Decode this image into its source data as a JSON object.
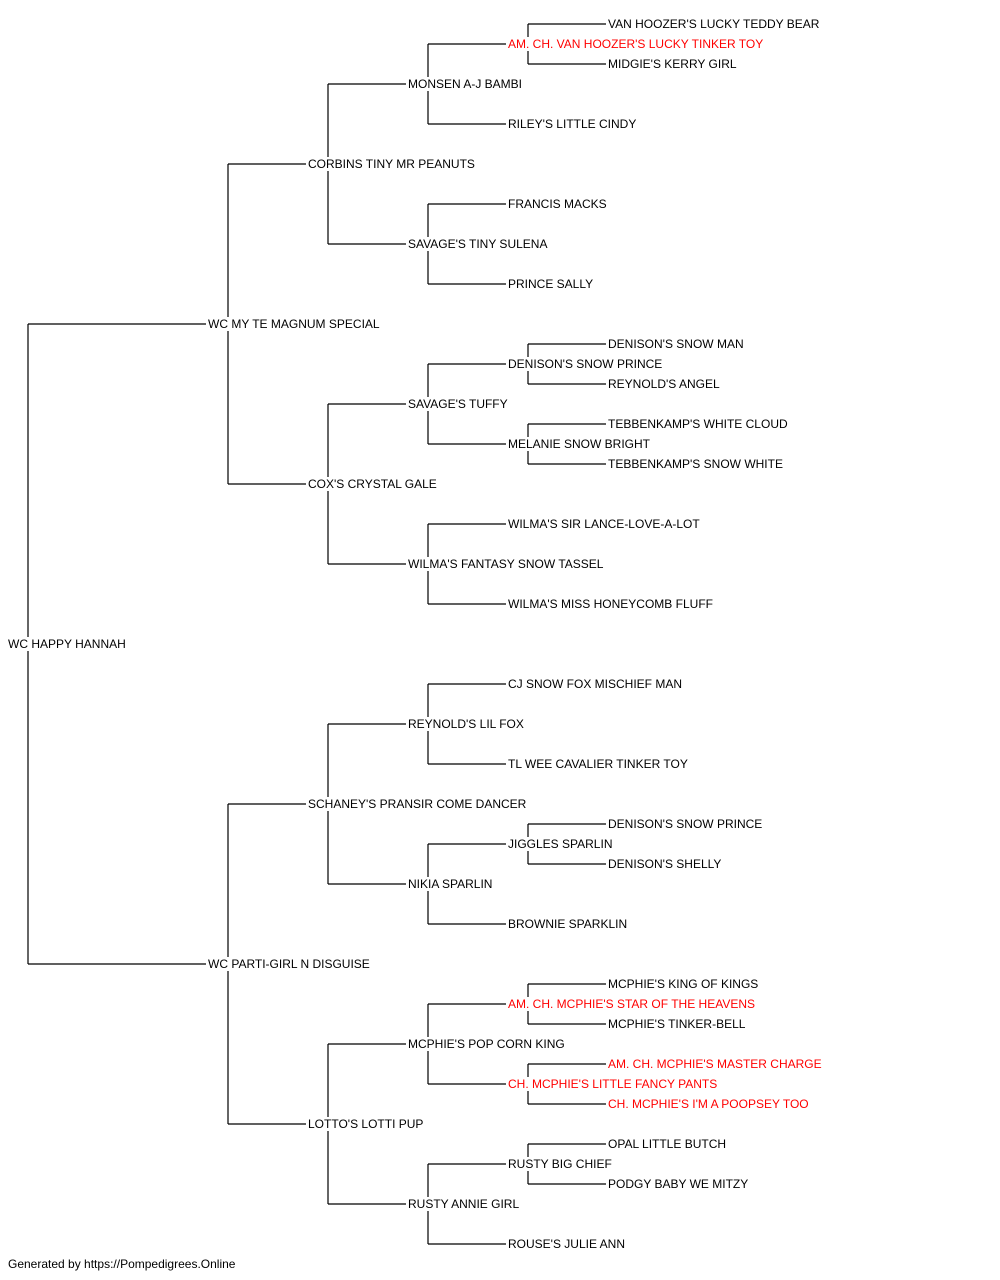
{
  "colors": {
    "line": "#000000",
    "text": "#000000",
    "champion": "#ff0000"
  },
  "pedigree": {
    "subject": {
      "name": "WC HAPPY HANNAH"
    },
    "sire": {
      "name": "WC MY TE MAGNUM SPECIAL"
    },
    "sire_sire": {
      "name": "CORBINS TINY MR PEANUTS"
    },
    "sire_sire_sire": {
      "name": "MONSEN A-J BAMBI"
    },
    "sire_sire_sire_sire": {
      "name": "AM. CH. VAN HOOZER'S LUCKY TINKER TOY",
      "champion": true
    },
    "sire_sire_sire_sire_sire": {
      "name": "VAN HOOZER'S LUCKY TEDDY BEAR"
    },
    "sire_sire_sire_sire_dam": {
      "name": "MIDGIE'S KERRY GIRL"
    },
    "sire_sire_sire_dam": {
      "name": "RILEY'S LITTLE CINDY"
    },
    "sire_sire_dam": {
      "name": "SAVAGE'S TINY SULENA"
    },
    "sire_sire_dam_sire": {
      "name": "FRANCIS MACKS"
    },
    "sire_sire_dam_dam": {
      "name": "PRINCE SALLY"
    },
    "sire_dam": {
      "name": "COX'S CRYSTAL GALE"
    },
    "sire_dam_sire": {
      "name": "SAVAGE'S TUFFY"
    },
    "sire_dam_sire_sire": {
      "name": "DENISON'S SNOW PRINCE"
    },
    "sire_dam_sire_sire_sire": {
      "name": "DENISON'S SNOW MAN"
    },
    "sire_dam_sire_sire_dam": {
      "name": "REYNOLD'S ANGEL"
    },
    "sire_dam_sire_dam": {
      "name": "MELANIE SNOW BRIGHT"
    },
    "sire_dam_sire_dam_sire": {
      "name": "TEBBENKAMP'S WHITE CLOUD"
    },
    "sire_dam_sire_dam_dam": {
      "name": "TEBBENKAMP'S SNOW WHITE"
    },
    "sire_dam_dam": {
      "name": "WILMA'S FANTASY SNOW TASSEL"
    },
    "sire_dam_dam_sire": {
      "name": "WILMA'S SIR LANCE-LOVE-A-LOT"
    },
    "sire_dam_dam_dam": {
      "name": "WILMA'S MISS HONEYCOMB FLUFF"
    },
    "dam": {
      "name": "WC PARTI-GIRL N DISGUISE"
    },
    "dam_sire": {
      "name": "SCHANEY'S PRANSIR COME DANCER"
    },
    "dam_sire_sire": {
      "name": "REYNOLD'S LIL FOX"
    },
    "dam_sire_sire_sire": {
      "name": "CJ SNOW FOX MISCHIEF MAN"
    },
    "dam_sire_sire_dam": {
      "name": "TL WEE CAVALIER TINKER TOY"
    },
    "dam_sire_dam": {
      "name": "NIKIA SPARLIN"
    },
    "dam_sire_dam_sire": {
      "name": "JIGGLES SPARLIN"
    },
    "dam_sire_dam_sire_sire": {
      "name": "DENISON'S SNOW PRINCE"
    },
    "dam_sire_dam_sire_dam": {
      "name": "DENISON'S SHELLY"
    },
    "dam_sire_dam_dam": {
      "name": "BROWNIE SPARKLIN"
    },
    "dam_dam": {
      "name": "LOTTO'S LOTTI PUP"
    },
    "dam_dam_sire": {
      "name": "MCPHIE'S POP CORN KING"
    },
    "dam_dam_sire_sire": {
      "name": "AM. CH. MCPHIE'S STAR OF THE HEAVENS",
      "champion": true
    },
    "dam_dam_sire_sire_sire": {
      "name": "MCPHIE'S KING OF KINGS"
    },
    "dam_dam_sire_sire_dam": {
      "name": "MCPHIE'S TINKER-BELL"
    },
    "dam_dam_sire_dam": {
      "name": "CH. MCPHIE'S LITTLE FANCY PANTS",
      "champion": true
    },
    "dam_dam_sire_dam_sire": {
      "name": "AM. CH. MCPHIE'S MASTER CHARGE",
      "champion": true
    },
    "dam_dam_sire_dam_dam": {
      "name": "CH. MCPHIE'S I'M A POOPSEY TOO",
      "champion": true
    },
    "dam_dam_dam": {
      "name": "RUSTY ANNIE GIRL"
    },
    "dam_dam_dam_sire": {
      "name": "RUSTY BIG CHIEF"
    },
    "dam_dam_dam_sire_sire": {
      "name": "OPAL LITTLE BUTCH"
    },
    "dam_dam_dam_sire_dam": {
      "name": "PODGY BABY WE MITZY"
    },
    "dam_dam_dam_dam": {
      "name": "ROUSE'S JULIE ANN"
    }
  },
  "footer": {
    "text": "Generated by https://Pompedigrees.Online"
  }
}
